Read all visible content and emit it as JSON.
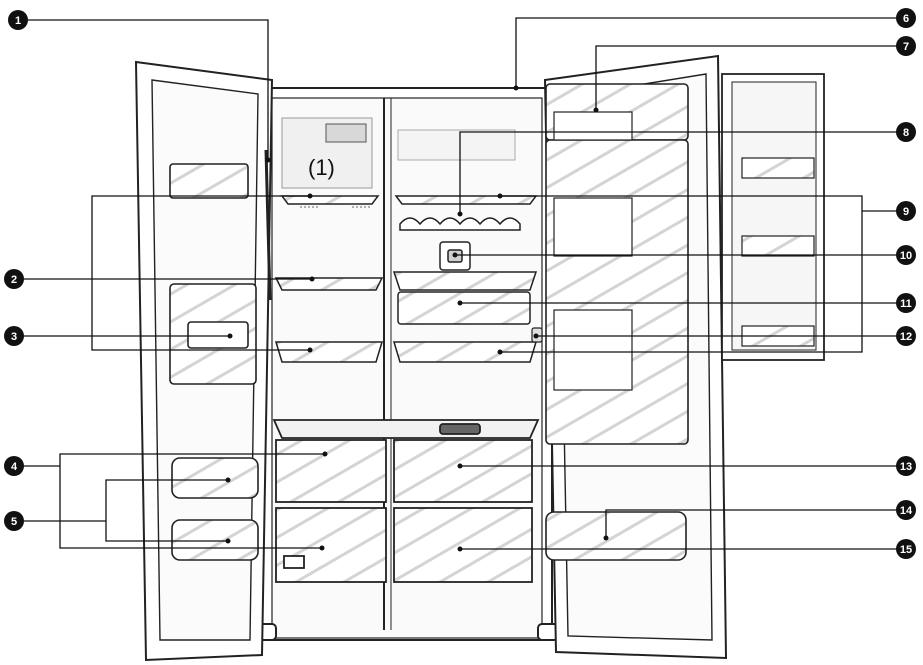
{
  "diagram": {
    "callouts": [
      {
        "id": 1,
        "label": "1"
      },
      {
        "id": 2,
        "label": "2"
      },
      {
        "id": 3,
        "label": "3"
      },
      {
        "id": 4,
        "label": "4"
      },
      {
        "id": 5,
        "label": "5"
      },
      {
        "id": 6,
        "label": "6"
      },
      {
        "id": 7,
        "label": "7"
      },
      {
        "id": 8,
        "label": "8"
      },
      {
        "id": 9,
        "label": "9"
      },
      {
        "id": 10,
        "label": "10"
      },
      {
        "id": 11,
        "label": "11"
      },
      {
        "id": 12,
        "label": "12"
      },
      {
        "id": 13,
        "label": "13"
      },
      {
        "id": 14,
        "label": "14"
      },
      {
        "id": 15,
        "label": "15"
      }
    ],
    "inset_label": "(1)"
  }
}
